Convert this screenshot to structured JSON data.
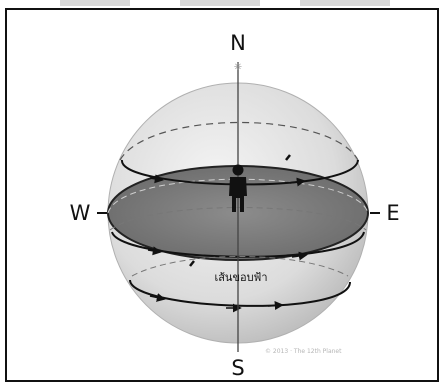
{
  "diagram": {
    "directions": {
      "north": "N",
      "south": "S",
      "west": "W",
      "east": "E"
    },
    "equator_label": "เส้นขอบฟ้า",
    "watermark": "© 2013 · The 12th Planet"
  }
}
